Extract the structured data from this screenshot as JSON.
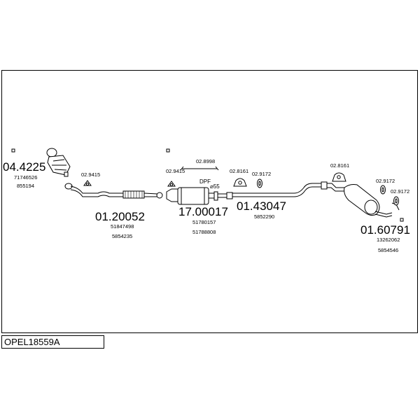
{
  "diagram_code": "OPEL18559A",
  "parts": {
    "front_cat": {
      "number": "04.4225",
      "refs": [
        "71746526",
        "855194"
      ]
    },
    "front_pipe": {
      "number": "01.20052",
      "refs": [
        "51847498",
        "5854235"
      ]
    },
    "dpf": {
      "number": "17.00017",
      "refs": [
        "51780157",
        "51788808"
      ],
      "label": "DPF"
    },
    "middle_pipe": {
      "number": "01.43047",
      "refs": [
        "5852290"
      ]
    },
    "rear_muffler": {
      "number": "01.60791",
      "refs": [
        "13262062",
        "5854546"
      ]
    }
  },
  "fittings": {
    "f1": "02.9415",
    "f2": "02.9415",
    "f3": "02.8998",
    "f4": "02.8161",
    "f5": "02.9172",
    "f6": "02.8161",
    "f7": "02.9172",
    "f8": "02.9172"
  },
  "diameter_note": "⌀55"
}
